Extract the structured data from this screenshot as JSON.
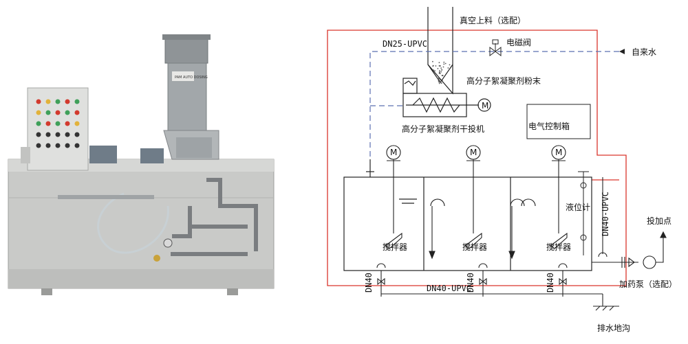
{
  "photo": {
    "description_hidden": "",
    "tag_text": "PAM AUTO DOSING"
  },
  "diagram": {
    "labels": {
      "vacuum_feed": "真空上料（选配）",
      "pipe_dn25": "DN25-UPVC",
      "solenoid_valve": "电磁阀",
      "tap_water": "自来水",
      "powder": "高分子絮凝聚剂粉末",
      "feeder": "高分子絮凝聚剂干投机",
      "control_box": "电气控制箱",
      "level_meter": "液位计",
      "pipe_dn40_v": "DN40-UPVC",
      "dosing_point": "投加点",
      "agitator_1": "搅拌器",
      "agitator_2": "搅拌器",
      "agitator_3": "搅拌器",
      "dn40_1": "DN40",
      "dn40_2": "DN40",
      "dn40_3": "DN40",
      "pipe_dn40_h": "DN40-UPVC",
      "dosing_pump": "加药泵（选配）",
      "drain": "排水地沟",
      "motor_1": "M",
      "motor_2": "M",
      "motor_3": "M",
      "motor_4": "M"
    },
    "colors": {
      "line": "#222222",
      "red_line": "#d9342b",
      "water_line": "#5a6fb0"
    }
  }
}
